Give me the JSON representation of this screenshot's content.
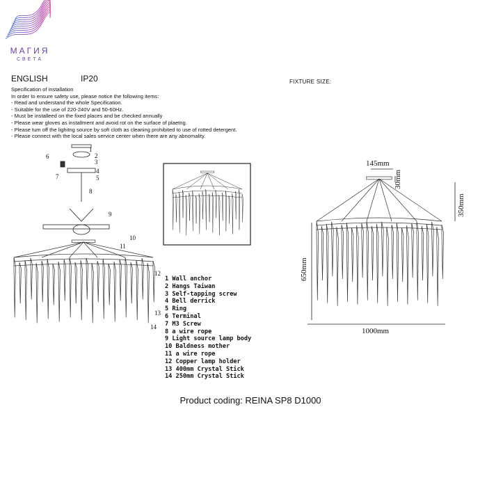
{
  "logo": {
    "name": "МАГИЯ",
    "sub": "СВЕТА"
  },
  "header": {
    "language": "ENGLISH",
    "ip_rating": "IP20",
    "fixture_size_label": "FIXTURE SIZE:"
  },
  "spec": [
    "Specification of installation",
    "In order to ensure safety use, please notice the following items:",
    "- Read and understand the whole Specification.",
    "- Suitable for the use of 220-240V and 50-60Hz.",
    "- Must be installeed on the fixed places and be checked annually",
    "- Please wear gloves as installment and avoid rot on the surface of plaetng.",
    "- Please tum off the lighitng source by soft cloth as cleaning prohibited to use of rotted detergent.",
    "- Please connect with the local sales service center when there are any abnomality."
  ],
  "callouts": [
    "1",
    "2",
    "3",
    "4",
    "5",
    "6",
    "7",
    "8",
    "9",
    "10",
    "11",
    "12",
    "13",
    "14"
  ],
  "parts": [
    "1 Wall anchor",
    "2 Hangs Taiwan",
    "3 Self-tapping screw",
    "4 Bell derrick",
    "5 Ring",
    "6 Terminal",
    "7 M3 Screw",
    "8 a wire rope",
    "9 Light source lamp body",
    "10 Baldness mother",
    "11 a wire rope",
    "12 Copper lamp holder",
    "13 400mm Crystal Stick",
    "14 250mm Crystal Stick"
  ],
  "dimensions": {
    "canopy": "145mm",
    "canopy_h": "30mm",
    "drop": "350mm",
    "height": "650mm",
    "width": "1000mm"
  },
  "product_coding": "Product coding: REINA SP8 D1000"
}
